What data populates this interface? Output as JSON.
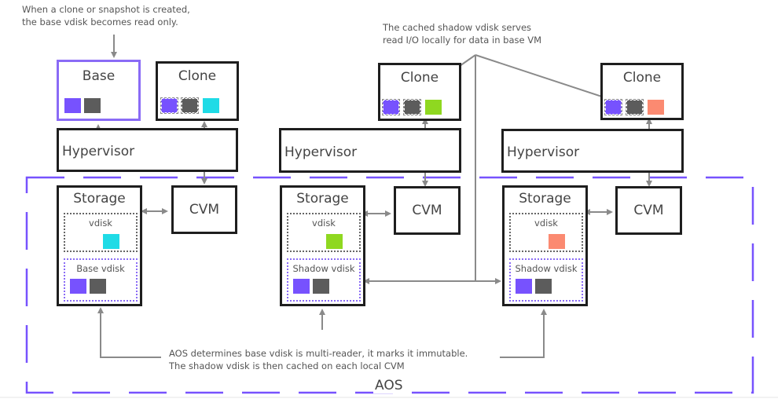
{
  "annotations": {
    "top_left": [
      "When a clone or snapshot is created,",
      "the base vdisk becomes read only."
    ],
    "top_middle": [
      "The cached shadow vdisk serves",
      "read I/O locally for data in base VM"
    ],
    "bottom": [
      "AOS determines base vdisk is multi-reader, it marks it immutable.",
      "The shadow vdisk is then cached on each local CVM"
    ]
  },
  "aos_label": "AOS",
  "colors": {
    "base_vdisk_block": "#7752fe",
    "os_block": "#5c5c5c",
    "node1_vdisk": "#1fdbe6",
    "node2_vdisk": "#8fd820",
    "node3_vdisk": "#fb8a71",
    "aos_boundary": "#7752fe"
  },
  "nodes": [
    {
      "base_vm": "Base",
      "clone_vm": "Clone",
      "hypervisor": "Hypervisor",
      "storage": "Storage",
      "cvm": "CVM",
      "vdisk_label": "vdisk",
      "shared_disk_label": "Base vdisk"
    },
    {
      "clone_vm": "Clone",
      "hypervisor": "Hypervisor",
      "storage": "Storage",
      "cvm": "CVM",
      "vdisk_label": "vdisk",
      "shared_disk_label": "Shadow vdisk"
    },
    {
      "clone_vm": "Clone",
      "hypervisor": "Hypervisor",
      "storage": "Storage",
      "cvm": "CVM",
      "vdisk_label": "vdisk",
      "shared_disk_label": "Shadow vdisk"
    }
  ]
}
